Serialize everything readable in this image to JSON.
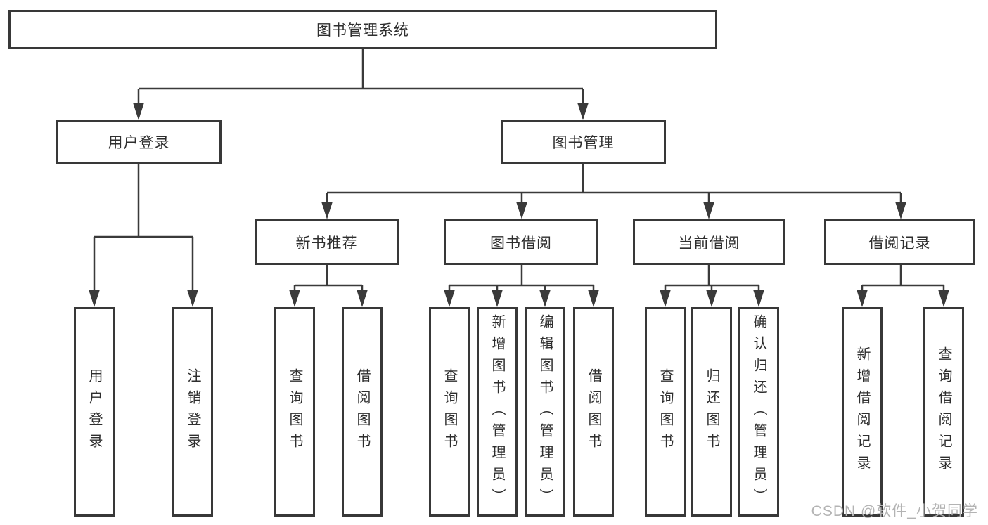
{
  "diagram": {
    "root_label": "图书管理系统",
    "level2": [
      {
        "label": "用户登录",
        "children": [
          {
            "label": "用户登录"
          },
          {
            "label": "注销登录"
          }
        ]
      },
      {
        "label": "图书管理",
        "children": [
          {
            "label": "新书推荐",
            "children": [
              {
                "label": "查询图书"
              },
              {
                "label": "借阅图书"
              }
            ]
          },
          {
            "label": "图书借阅",
            "children": [
              {
                "label": "查询图书"
              },
              {
                "label": "新增图书（管理员）"
              },
              {
                "label": "编辑图书（管理员）"
              },
              {
                "label": "借阅图书"
              }
            ]
          },
          {
            "label": "当前借阅",
            "children": [
              {
                "label": "查询图书"
              },
              {
                "label": "归还图书"
              },
              {
                "label": "确认归还（管理员）"
              }
            ]
          },
          {
            "label": "借阅记录",
            "children": [
              {
                "label": "新增借阅记录"
              },
              {
                "label": "查询借阅记录"
              }
            ]
          }
        ]
      }
    ]
  },
  "watermark": "CSDN @软件_小贺同学",
  "colors": {
    "line": "#3a3a3a",
    "box_border": "#383838",
    "text": "#2e2e2e",
    "watermark": "#b3b3b3",
    "background": "#ffffff"
  }
}
